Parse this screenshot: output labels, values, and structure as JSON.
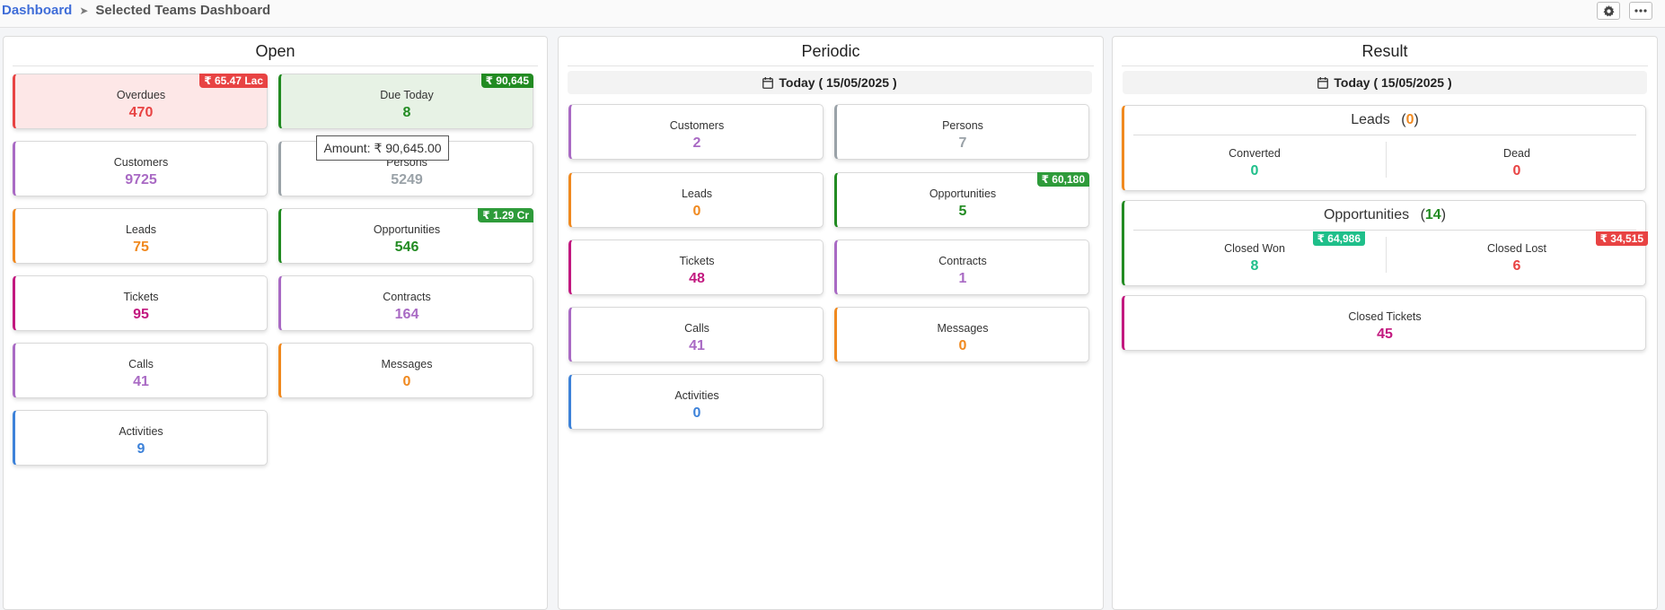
{
  "breadcrumb": {
    "root": "Dashboard",
    "separator": "➤",
    "current": "Selected Teams Dashboard"
  },
  "toolbar": {
    "settings_icon": "gear-icon",
    "more_icon": "more-icon"
  },
  "colors": {
    "red": "#e84343",
    "green": "#228b22",
    "purple": "#a96ac4",
    "gray": "#9aa2a8",
    "orange": "#f0891f",
    "magenta": "#c2187f",
    "blue": "#3d82d9",
    "teal": "#1fbf8a"
  },
  "open": {
    "title": "Open",
    "cards": {
      "overdues": {
        "label": "Overdues",
        "value": "470",
        "badge": "₹ 65.47 Lac"
      },
      "due_today": {
        "label": "Due Today",
        "value": "8",
        "badge": "₹ 90,645"
      },
      "customers": {
        "label": "Customers",
        "value": "9725"
      },
      "persons": {
        "label": "Persons",
        "value": "5249"
      },
      "leads": {
        "label": "Leads",
        "value": "75"
      },
      "opportunities": {
        "label": "Opportunities",
        "value": "546",
        "badge": "₹ 1.29 Cr"
      },
      "tickets": {
        "label": "Tickets",
        "value": "95"
      },
      "contracts": {
        "label": "Contracts",
        "value": "164"
      },
      "calls": {
        "label": "Calls",
        "value": "41"
      },
      "messages": {
        "label": "Messages",
        "value": "0"
      },
      "activities": {
        "label": "Activities",
        "value": "9"
      }
    },
    "tooltip": "Amount: ₹ 90,645.00"
  },
  "periodic": {
    "title": "Periodic",
    "date_label": "Today ( 15/05/2025 )",
    "cards": {
      "customers": {
        "label": "Customers",
        "value": "2"
      },
      "persons": {
        "label": "Persons",
        "value": "7"
      },
      "leads": {
        "label": "Leads",
        "value": "0"
      },
      "opportunities": {
        "label": "Opportunities",
        "value": "5",
        "badge": "₹ 60,180"
      },
      "tickets": {
        "label": "Tickets",
        "value": "48"
      },
      "contracts": {
        "label": "Contracts",
        "value": "1"
      },
      "calls": {
        "label": "Calls",
        "value": "41"
      },
      "messages": {
        "label": "Messages",
        "value": "0"
      },
      "activities": {
        "label": "Activities",
        "value": "0"
      }
    }
  },
  "result": {
    "title": "Result",
    "date_label": "Today ( 15/05/2025 )",
    "leads": {
      "title": "Leads",
      "count": "0",
      "converted": {
        "label": "Converted",
        "value": "0"
      },
      "dead": {
        "label": "Dead",
        "value": "0"
      }
    },
    "opportunities": {
      "title": "Opportunities",
      "count": "14",
      "closed_won": {
        "label": "Closed Won",
        "value": "8",
        "badge": "₹ 64,986"
      },
      "closed_lost": {
        "label": "Closed Lost",
        "value": "6",
        "badge": "₹ 34,515"
      }
    },
    "closed_tickets": {
      "label": "Closed Tickets",
      "value": "45"
    }
  }
}
